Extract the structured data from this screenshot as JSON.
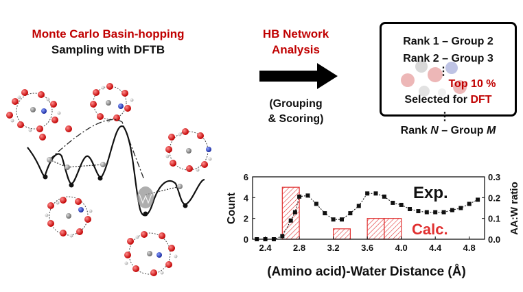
{
  "left_title": {
    "line1": "Monte Carlo Basin-hopping",
    "line2": "Sampling with DFTB"
  },
  "middle": {
    "title_line1": "HB Network",
    "title_line2": "Analysis",
    "sub_line1": "(Grouping",
    "sub_line2": "& Scoring)"
  },
  "rank_box": {
    "rank1": "Rank 1 – Group 2",
    "rank2": "Rank 2 – Group 3",
    "dots": "⋮",
    "top": "Top 10 %",
    "selected_prefix": "Selected for ",
    "selected_dft": "DFT"
  },
  "rank_n": {
    "dots": "⋮",
    "prefix": "Rank ",
    "n": "N",
    "mid": " – Group ",
    "m": "M"
  },
  "colors": {
    "accent_red": "#c00000",
    "hatch_red": "#e03030",
    "black": "#111111"
  },
  "chart_data": {
    "type": "bar+line",
    "xlabel": "(Amino acid)-Water Distance (Å)",
    "ylabel_left": "Count",
    "ylabel_right": "AA:W ratio",
    "xlim": [
      2.25,
      4.98
    ],
    "ylim_left": [
      0,
      6
    ],
    "ylim_right": [
      0,
      0.3
    ],
    "xticks": [
      "2.4",
      "2.8",
      "3.2",
      "3.6",
      "4.0",
      "4.4",
      "4.8"
    ],
    "yticks_left": [
      "0",
      "2",
      "4",
      "6"
    ],
    "yticks_right": [
      "0.0",
      "0.1",
      "0.2",
      "0.3"
    ],
    "legend_exp": "Exp.",
    "legend_calc": "Calc.",
    "bars": [
      {
        "x0": 2.6,
        "x1": 2.8,
        "count": 5
      },
      {
        "x0": 3.2,
        "x1": 3.4,
        "count": 1
      },
      {
        "x0": 3.6,
        "x1": 3.8,
        "count": 2
      },
      {
        "x0": 3.8,
        "x1": 4.0,
        "count": 2
      }
    ],
    "exp_series": {
      "x": [
        2.3,
        2.4,
        2.5,
        2.6,
        2.7,
        2.75,
        2.8,
        2.9,
        3.0,
        3.1,
        3.2,
        3.3,
        3.4,
        3.5,
        3.6,
        3.7,
        3.8,
        3.9,
        4.0,
        4.1,
        4.2,
        4.3,
        4.4,
        4.5,
        4.6,
        4.7,
        4.8,
        4.9
      ],
      "y": [
        0.0,
        0.0,
        0.0,
        0.015,
        0.09,
        0.13,
        0.205,
        0.21,
        0.17,
        0.125,
        0.095,
        0.095,
        0.125,
        0.16,
        0.22,
        0.22,
        0.205,
        0.175,
        0.165,
        0.145,
        0.135,
        0.13,
        0.13,
        0.13,
        0.14,
        0.15,
        0.17,
        0.19
      ]
    }
  }
}
